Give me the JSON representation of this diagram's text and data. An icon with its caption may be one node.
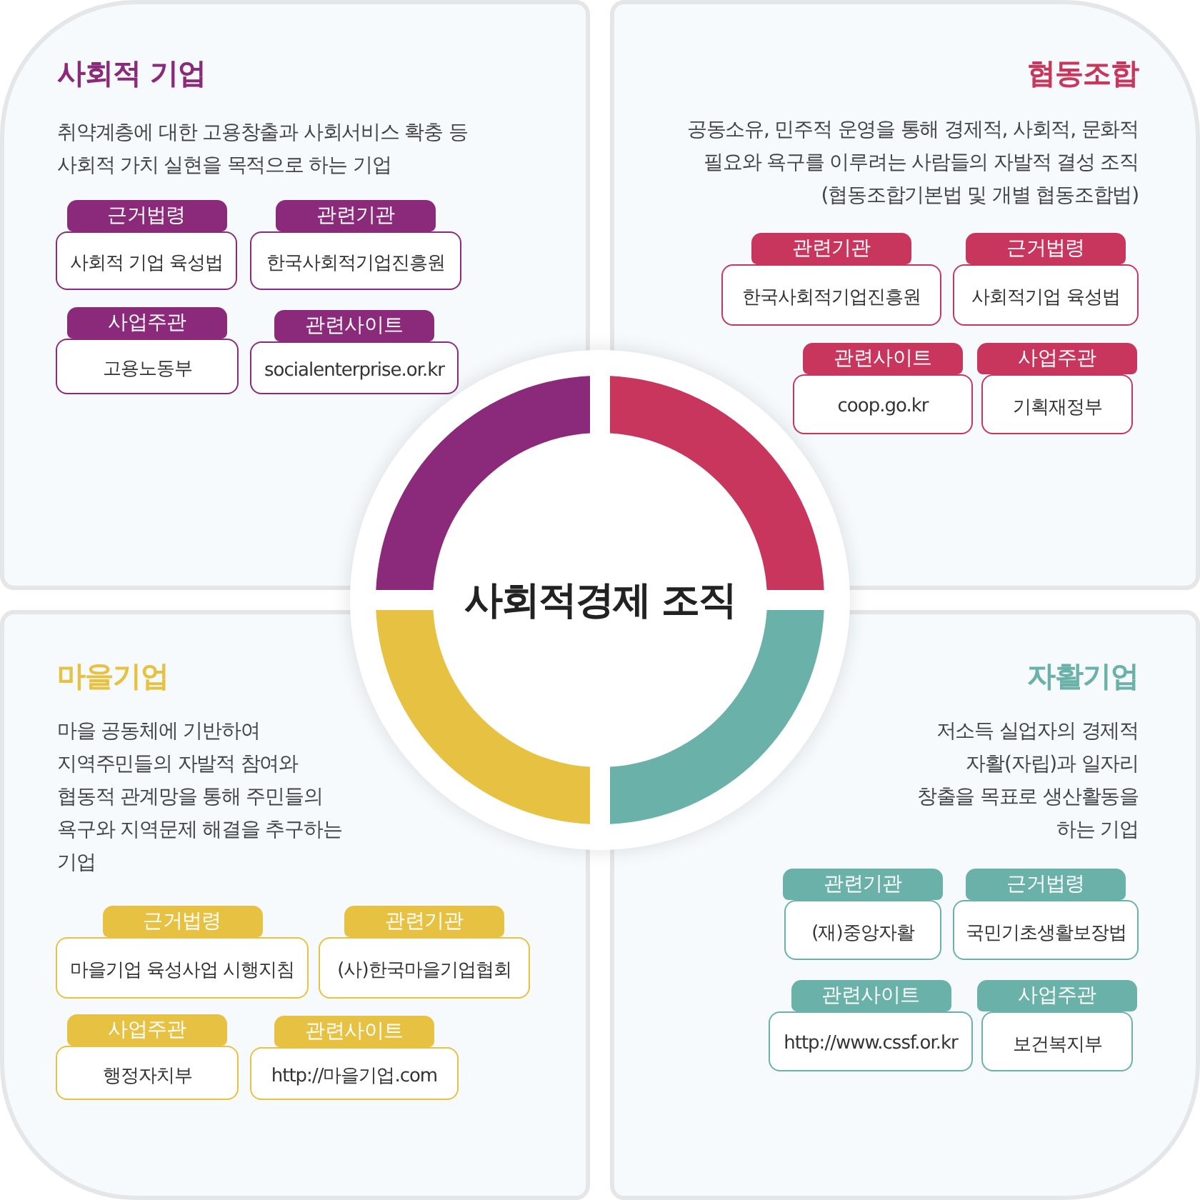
{
  "diagram": {
    "nodes": [
      {
        "text": [
          "사회적 기업",
          "취약계층에 대한 고용창출과 사회서비스 확충 등 사회적 가치 실현을 목적으로 하는 기업"
        ]
      },
      {
        "text": [
          "근거법령"
        ],
        "in": 0
      },
      {
        "text": [
          "사회적 기업 육성법"
        ],
        "in": 0
      },
      {
        "text": [
          "관련기관"
        ],
        "in": 0
      },
      {
        "text": [
          "한국사회적기업진흥원"
        ],
        "in": 0
      },
      {
        "text": [
          "사업주관"
        ],
        "in": 0
      },
      {
        "text": [
          "고용노동부"
        ],
        "in": 0
      },
      {
        "text": [
          "관련사이트"
        ],
        "in": 0
      },
      {
        "text": [
          "socialenterprise.or.kr"
        ],
        "in": 0
      },
      {
        "text": [
          "협동조합",
          "공동소유, 민주적 운영을 통해 경제적, 사회적, 문화적 필요와 욕구를 이루려는 사람들의 자발적 결성 조직 (협동조합기본법 및 개별 협동조합법)"
        ]
      },
      {
        "text": [
          "관련기관"
        ],
        "in": 9
      },
      {
        "text": [
          "한국사회적기업진흥원"
        ],
        "in": 9
      },
      {
        "text": [
          "근거법령"
        ],
        "in": 9
      },
      {
        "text": [
          "사회적기업 육성법"
        ],
        "in": 9
      },
      {
        "text": [
          "관련사이트"
        ],
        "in": 9
      },
      {
        "text": [
          "coop.go.kr"
        ],
        "in": 9
      },
      {
        "text": [
          "사업주관"
        ],
        "in": 9
      },
      {
        "text": [
          "기획재정부"
        ],
        "in": 9
      },
      {
        "text": [
          "마을기업",
          "마을 공동체에 기반하여 지역주민들의 자발적 참여와 협동적 관계망을 통해 주민들의 욕구와 지역문제 해결을 추구하는 기업"
        ]
      },
      {
        "text": [
          "근거법령"
        ],
        "in": 18
      },
      {
        "text": [
          "마을기업 육성사업 시행지침"
        ],
        "in": 18
      },
      {
        "text": [
          "관련기관"
        ],
        "in": 18
      },
      {
        "text": [
          "(사)한국마을기업협회"
        ],
        "in": 18
      },
      {
        "text": [
          "사업주관"
        ],
        "in": 18
      },
      {
        "text": [
          "행정자치부"
        ],
        "in": 18
      },
      {
        "text": [
          "관련사이트"
        ],
        "in": 18
      },
      {
        "text": [
          "http://마을기업.com"
        ],
        "in": 18
      },
      {
        "text": [
          "자활기업",
          "저소득 실업자의 경제적 자활(자립)과 일자리 창출을 목표로 생산활동을 하는 기업"
        ]
      },
      {
        "text": [
          "관련기관"
        ],
        "in": 27
      },
      {
        "text": [
          "(재)중앙자활"
        ],
        "in": 27
      },
      {
        "text": [
          "근거법령"
        ],
        "in": 27
      },
      {
        "text": [
          "국민기초생활보장법"
        ],
        "in": 27
      },
      {
        "text": [
          "관련사이트"
        ],
        "in": 27
      },
      {
        "text": [
          "http://www.cssf.or.kr"
        ],
        "in": 27
      },
      {
        "text": [
          "사업주관"
        ],
        "in": 27
      },
      {
        "text": [
          "보건복지부"
        ],
        "in": 27
      },
      {
        "text": [
          "사회적경제 조직"
        ]
      }
    ],
    "edges": []
  }
}
